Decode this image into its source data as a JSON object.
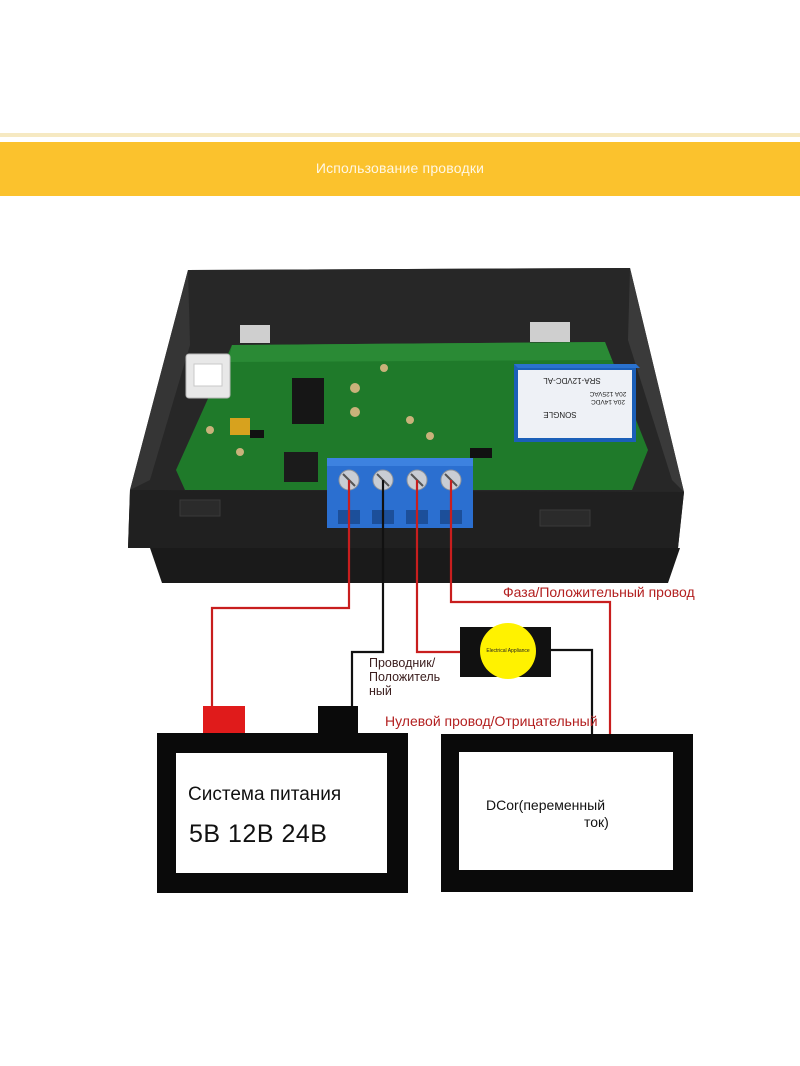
{
  "banner": {
    "title": "Использование проводки"
  },
  "labels": {
    "phase_positive": "Фаза/Положительный провод",
    "conductor_positive_line1": "Проводник/",
    "conductor_positive_line2": "Положитель",
    "conductor_positive_line3": "ный",
    "neutral_negative": "Нулевой провод/Отрицательный"
  },
  "appliance": {
    "label": "Electrical Appliance"
  },
  "power_supply": {
    "title": "Система питания",
    "voltages": "5В 12В 24В"
  },
  "load_source": {
    "line1": "DCor(переменный",
    "line2": "ток)"
  },
  "relay": {
    "model": "SRA-12VDC-AL",
    "brand": "SONGLE",
    "rating1": "20A 14VDC",
    "rating2": "20A 125VAC"
  },
  "colors": {
    "banner": "#fbc22d",
    "wire_red": "#c81e1e",
    "wire_black": "#111111",
    "board_green": "#1f7a2a",
    "terminal_blue": "#2b6fd0",
    "relay_blue": "#1b5fb8",
    "appliance_yellow": "#fff200"
  }
}
